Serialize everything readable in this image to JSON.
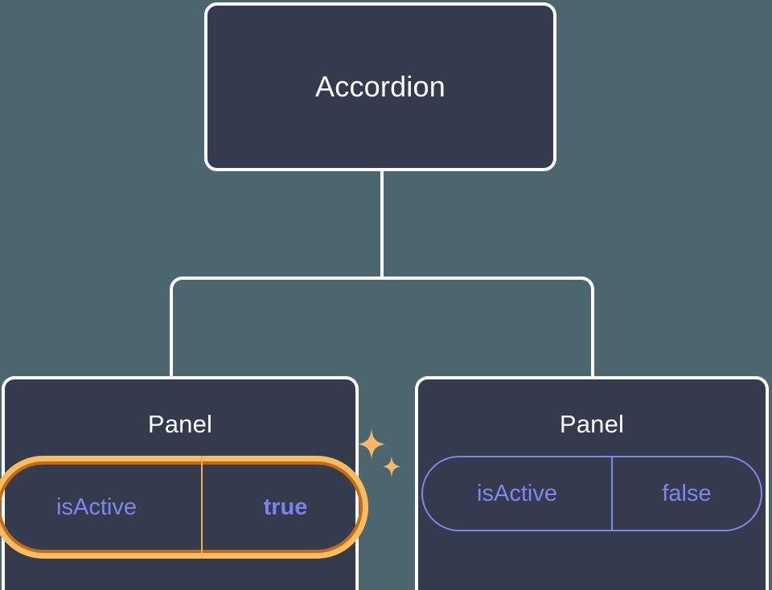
{
  "diagram": {
    "type": "component-tree",
    "background_color": "#4c6670",
    "node_fill_color": "#343b4c",
    "node_border_color": "#ffffff",
    "connector_color": "#ffffff",
    "accent_color": "#8186ef",
    "highlight_outer_color": "#c56a18",
    "highlight_inner_color": "#f8bc63",
    "root": {
      "label": "Accordion"
    },
    "children": [
      {
        "label": "Panel",
        "highlighted": true,
        "prop": {
          "key": "isActive",
          "value": "true",
          "value_bold": true
        },
        "sparkle_icon": "sparkles-icon"
      },
      {
        "label": "Panel",
        "highlighted": false,
        "prop": {
          "key": "isActive",
          "value": "false",
          "value_bold": false
        }
      }
    ]
  }
}
